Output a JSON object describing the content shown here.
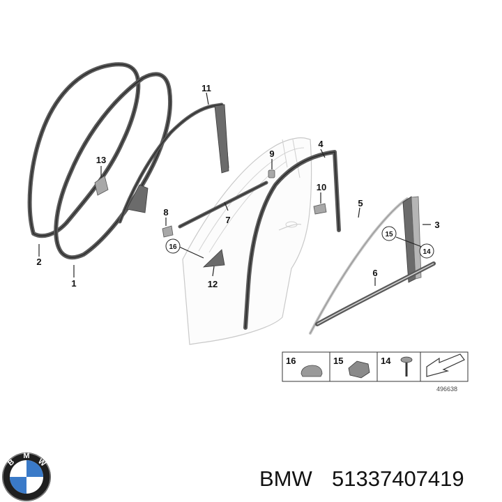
{
  "diagram": {
    "callouts": {
      "c1": "1",
      "c2": "2",
      "c3": "3",
      "c4": "4",
      "c5": "5",
      "c6": "6",
      "c7": "7",
      "c8": "8",
      "c9": "9",
      "c10": "10",
      "c11": "11",
      "c12": "12",
      "c13": "13",
      "c14": "14",
      "c15": "15",
      "c16": "16"
    },
    "legend": {
      "items": [
        "16",
        "15",
        "14"
      ],
      "diagram_code": "496638"
    }
  },
  "footer": {
    "brand": "BMW",
    "part_number": "51337407419",
    "logo_letters": [
      "B",
      "M",
      "W"
    ]
  }
}
